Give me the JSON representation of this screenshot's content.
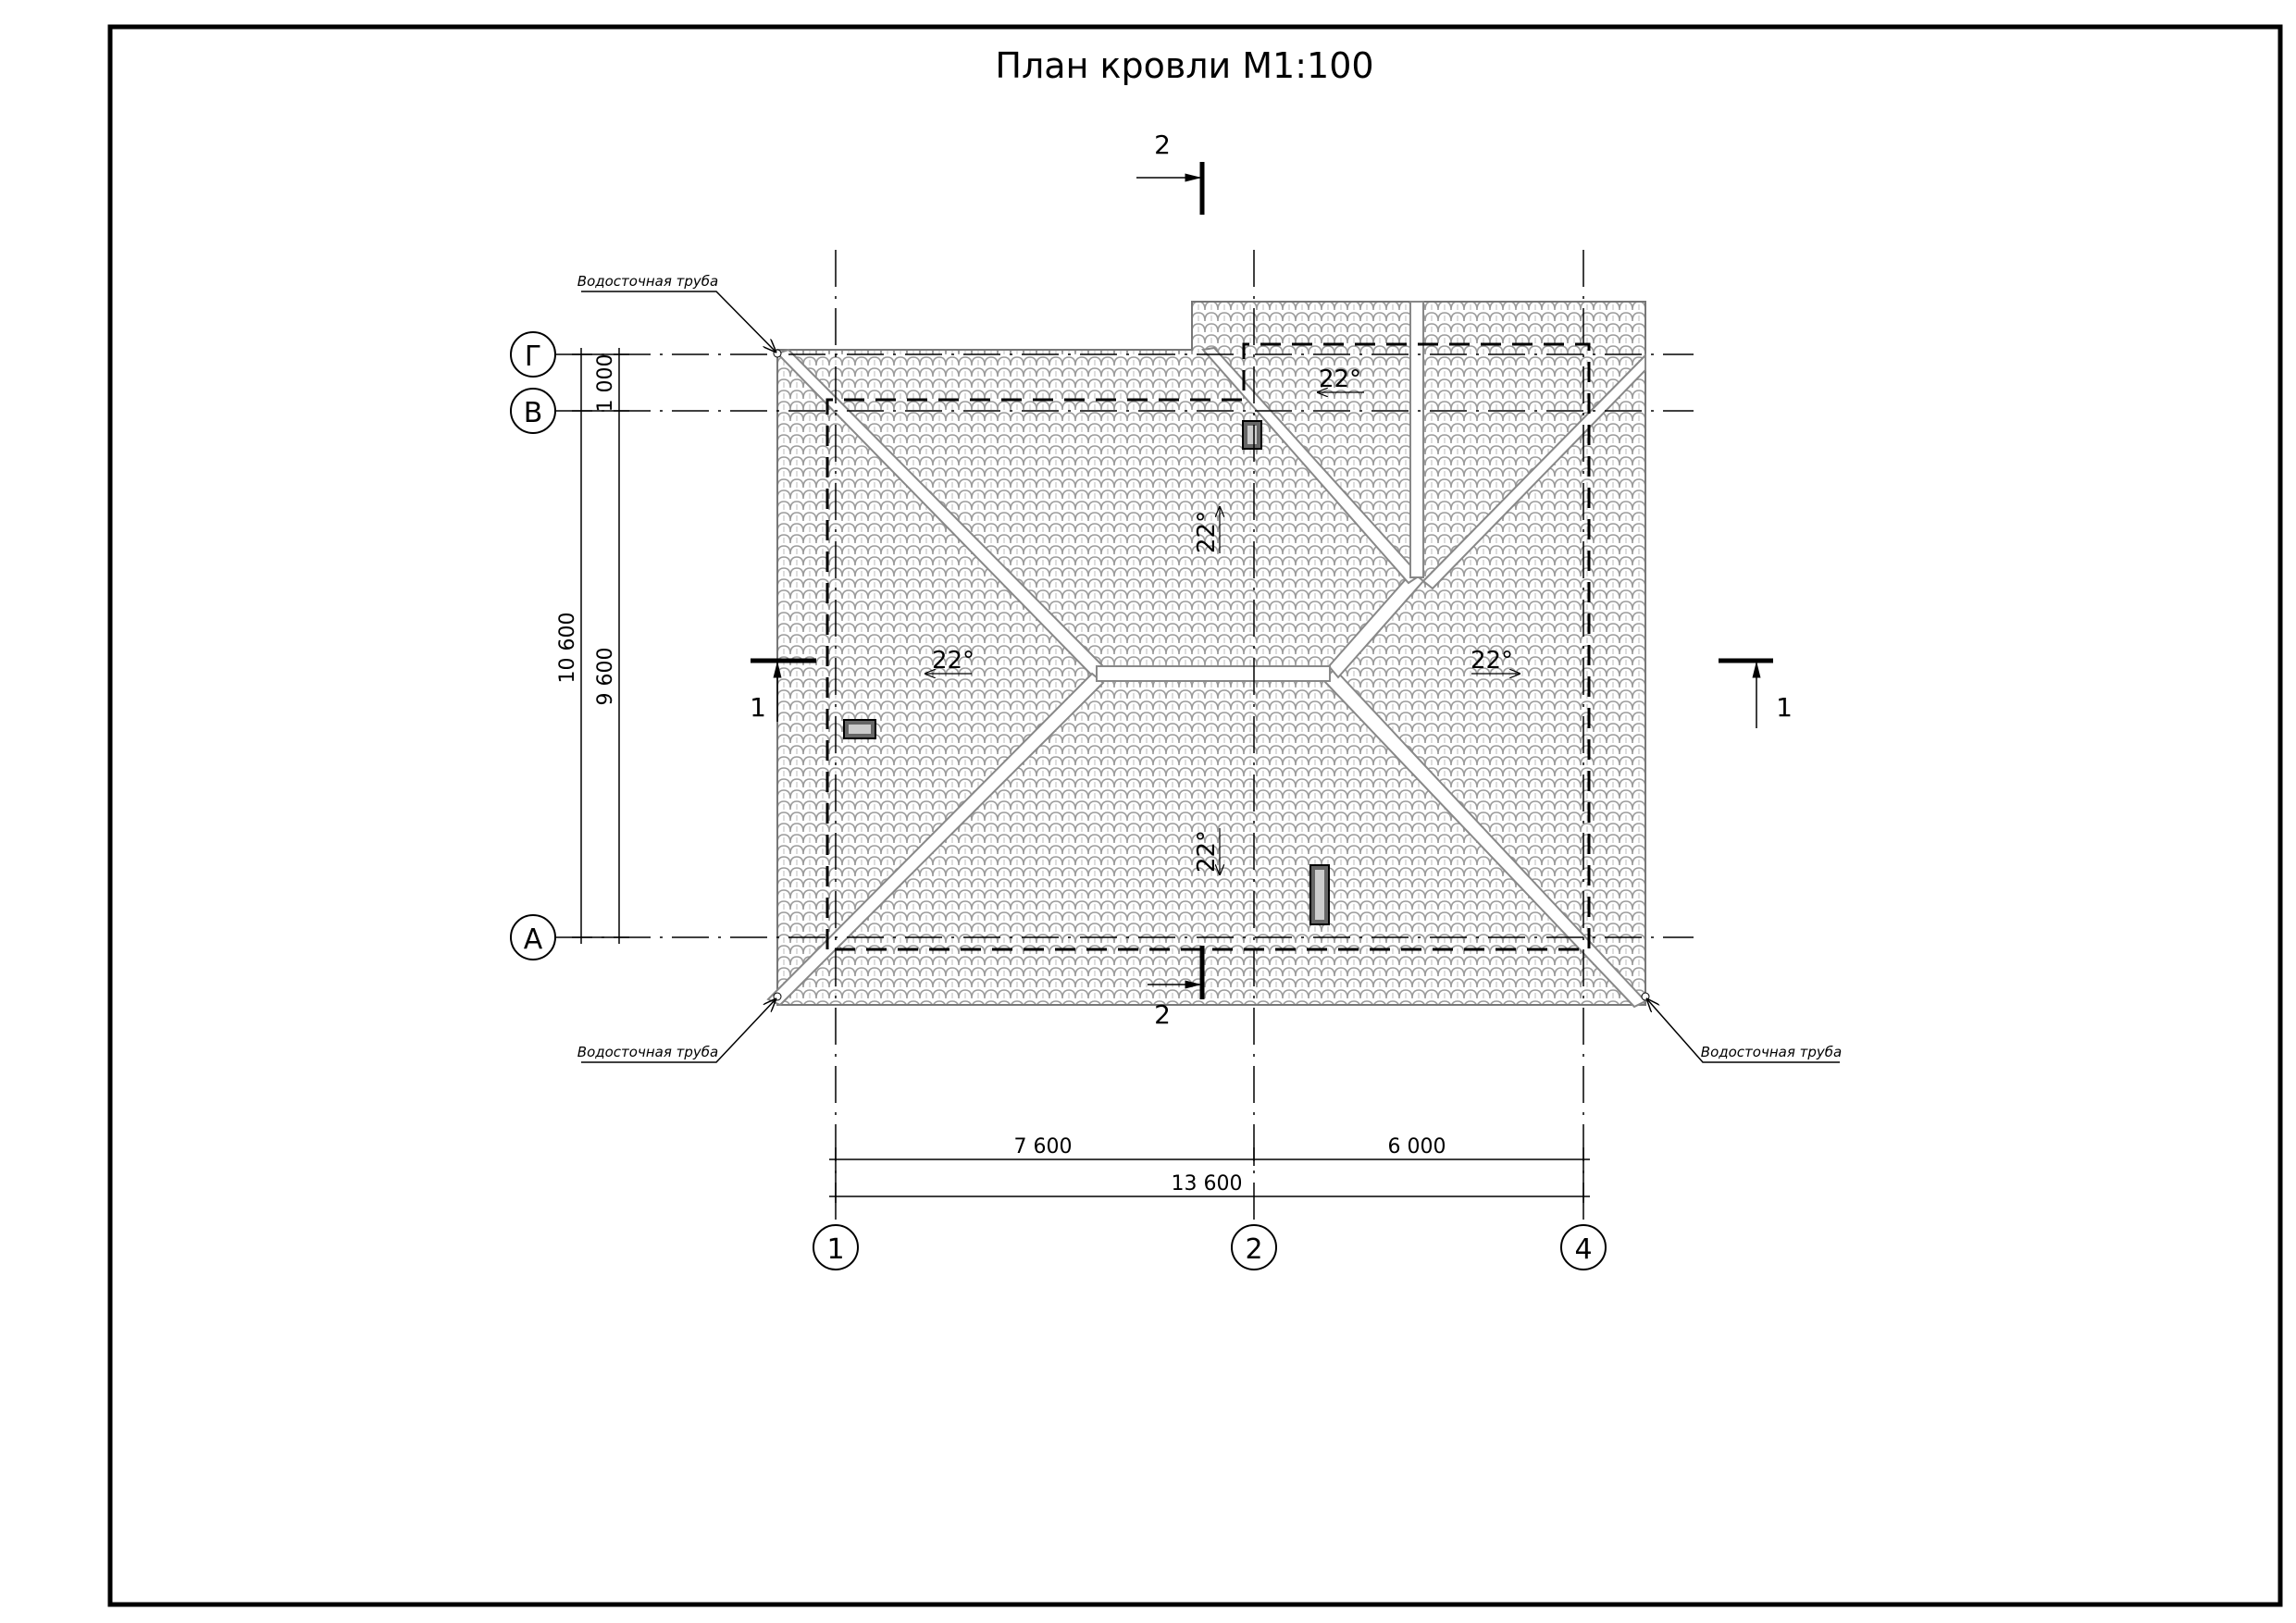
{
  "title": "План кровли М1:100",
  "axes": {
    "rows": [
      "Г",
      "В",
      "А"
    ],
    "columns": [
      "1",
      "2",
      "4"
    ]
  },
  "dimensions": {
    "vertical": [
      "10 600",
      "9 600",
      "1 000"
    ],
    "horizontal": [
      "7 600",
      "6 000",
      "13 600"
    ]
  },
  "sections": {
    "section_2_top": "2",
    "section_2_bottom": "2",
    "section_1_left": "1",
    "section_1_right": "1"
  },
  "slopes": [
    "22°",
    "22°",
    "22°",
    "22°",
    "22°"
  ],
  "annotations": {
    "downpipe_top_left": "Водосточная труба",
    "downpipe_bottom_left": "Водосточная труба",
    "downpipe_bottom_right": "Водосточная труба"
  },
  "colors": {
    "tile": "#9a9a9a",
    "line": "#000000"
  }
}
